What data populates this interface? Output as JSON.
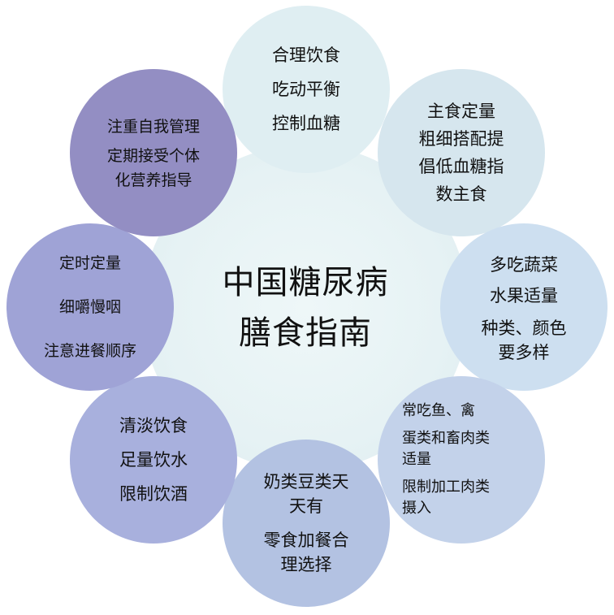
{
  "center": {
    "lines": [
      "中国糖尿病",
      "膳食指南"
    ]
  },
  "bubbles": [
    {
      "lines": [
        "合理饮食",
        "吃动平衡",
        "控制血糖"
      ]
    },
    {
      "lines": [
        "主食定量",
        "粗细搭配提",
        "倡低血糖指",
        "数主食"
      ]
    },
    {
      "lines": [
        "多吃蔬菜",
        "水果适量",
        "种类、颜色",
        "要多样"
      ]
    },
    {
      "lines": [
        "常吃鱼、禽",
        "蛋类和畜肉类",
        "适量",
        "限制加工肉类",
        "摄入"
      ]
    },
    {
      "lines": [
        "奶类豆类天",
        "天有",
        "零食加餐合",
        "理选择"
      ]
    },
    {
      "lines": [
        "清淡饮食",
        "足量饮水",
        "限制饮酒"
      ]
    },
    {
      "lines": [
        "定时定量",
        "细嚼慢咽",
        "注意进餐顺序"
      ]
    },
    {
      "lines": [
        "注重自我管理",
        "定期接受个体",
        "化营养指导"
      ]
    }
  ]
}
